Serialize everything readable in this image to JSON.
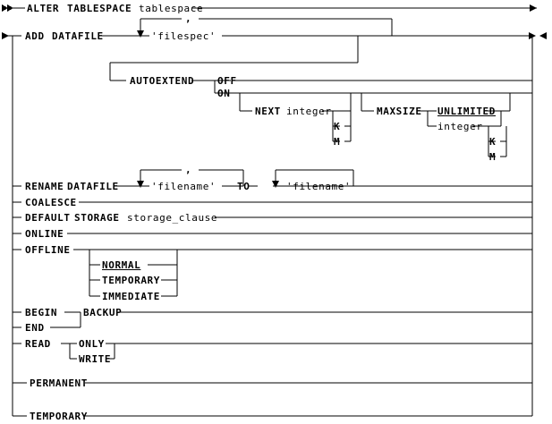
{
  "diagram": {
    "type": "railroad-syntax-diagram",
    "statement": "ALTER TABLESPACE",
    "ink_color": "#000000",
    "background_color": "#ffffff",
    "start_marker": "double-right-arrow",
    "end_marker": "right-left-arrow-pair"
  },
  "tokens": {
    "alter": "ALTER",
    "tablespace_kw": "TABLESPACE",
    "tablespace_var": "tablespace",
    "add": "ADD",
    "datafile": "DATAFILE",
    "filespec": "'filespec'",
    "comma": ",",
    "autoextend": "AUTOEXTEND",
    "off": "OFF",
    "on": "ON",
    "next": "NEXT",
    "integer": "integer",
    "k": "K",
    "m": "M",
    "maxsize": "MAXSIZE",
    "unlimited": "UNLIMITED",
    "integer2": "integer",
    "k2": "K",
    "m2": "M",
    "rename": "RENAME",
    "datafile2": "DATAFILE",
    "filename_from": "'filename'",
    "to": "TO",
    "filename_to": "'filename'",
    "coalesce": "COALESCE",
    "default": "DEFAULT",
    "storage": "STORAGE",
    "storage_clause": "storage_clause",
    "online": "ONLINE",
    "offline": "OFFLINE",
    "normal": "NORMAL",
    "temporary_off": "TEMPORARY",
    "immediate": "IMMEDIATE",
    "begin": "BEGIN",
    "end": "END",
    "backup": "BACKUP",
    "read": "READ",
    "only": "ONLY",
    "write": "WRITE",
    "permanent": "PERMANENT",
    "temporary": "TEMPORARY"
  },
  "defaults_underlined": [
    "UNLIMITED",
    "NORMAL"
  ],
  "branches": [
    {
      "label": "ADD DATAFILE",
      "row": 2
    },
    {
      "label": "RENAME DATAFILE",
      "row": 9
    },
    {
      "label": "COALESCE",
      "row": 10
    },
    {
      "label": "DEFAULT STORAGE storage_clause",
      "row": 11
    },
    {
      "label": "ONLINE",
      "row": 12
    },
    {
      "label": "OFFLINE",
      "row": 13
    },
    {
      "label": "BEGIN BACKUP",
      "row": 17
    },
    {
      "label": "END BACKUP",
      "row": 18
    },
    {
      "label": "READ ONLY",
      "row": 19
    },
    {
      "label": "PERMANENT",
      "row": 21
    },
    {
      "label": "TEMPORARY",
      "row": 23
    }
  ]
}
